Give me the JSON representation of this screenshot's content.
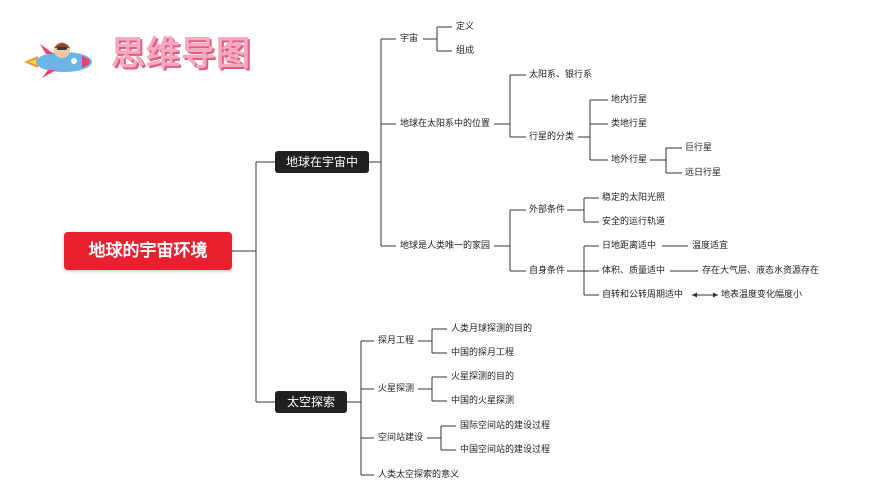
{
  "header": {
    "title": "思维导图"
  },
  "root": {
    "label": "地球的宇宙环境"
  },
  "branches": [
    {
      "label": "地球在宇宙中",
      "children": [
        {
          "label": "宇宙",
          "children": [
            {
              "label": "定义"
            },
            {
              "label": "组成"
            }
          ]
        },
        {
          "label": "地球在太阳系中的位置",
          "children": [
            {
              "label": "太阳系、银行系"
            },
            {
              "label": "行星的分类",
              "children": [
                {
                  "label": "地内行星"
                },
                {
                  "label": "类地行星"
                },
                {
                  "label": "地外行星",
                  "children": [
                    {
                      "label": "巨行星"
                    },
                    {
                      "label": "远日行星"
                    }
                  ]
                }
              ]
            }
          ]
        },
        {
          "label": "地球是人类唯一的家园",
          "children": [
            {
              "label": "外部条件",
              "children": [
                {
                  "label": "稳定的太阳光照"
                },
                {
                  "label": "安全的运行轨道"
                }
              ]
            },
            {
              "label": "自身条件",
              "children": [
                {
                  "label": "日地距离适中",
                  "detail": "温度适宜"
                },
                {
                  "label": "体积、质量适中",
                  "detail": "存在大气层、液态水资源存在"
                },
                {
                  "label": "自转和公转周期适中",
                  "detail": "地表温度变化幅度小"
                }
              ]
            }
          ]
        }
      ]
    },
    {
      "label": "太空探索",
      "children": [
        {
          "label": "探月工程",
          "children": [
            {
              "label": "人类月球探测的目的"
            },
            {
              "label": "中国的探月工程"
            }
          ]
        },
        {
          "label": "火星探测",
          "children": [
            {
              "label": "火星探测的目的"
            },
            {
              "label": "中国的火星探测"
            }
          ]
        },
        {
          "label": "空间站建设",
          "children": [
            {
              "label": "国际空间站的建设过程"
            },
            {
              "label": "中国空间站的建设过程"
            }
          ]
        },
        {
          "label": "人类太空探索的意义"
        }
      ]
    }
  ]
}
